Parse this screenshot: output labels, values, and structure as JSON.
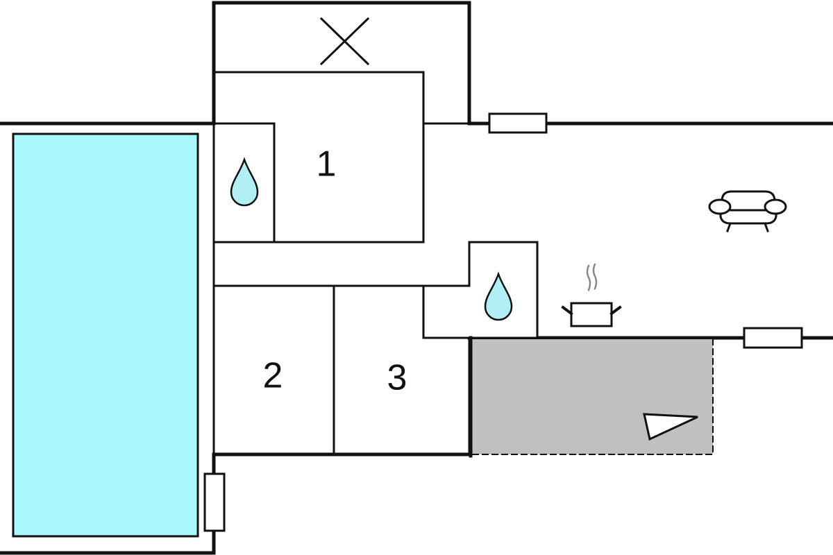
{
  "rooms": [
    {
      "label": "1"
    },
    {
      "label": "2"
    },
    {
      "label": "3"
    }
  ],
  "colors": {
    "pool": "#a8f8fc",
    "terrace": "#c0c0c0",
    "water_drop": "#b0f0f4",
    "wall": "#111111"
  },
  "icons": [
    "cross-icon",
    "water-drop-icon",
    "sofa-icon",
    "cooking-pot-icon",
    "terrace-arrow-icon",
    "window-icon"
  ]
}
